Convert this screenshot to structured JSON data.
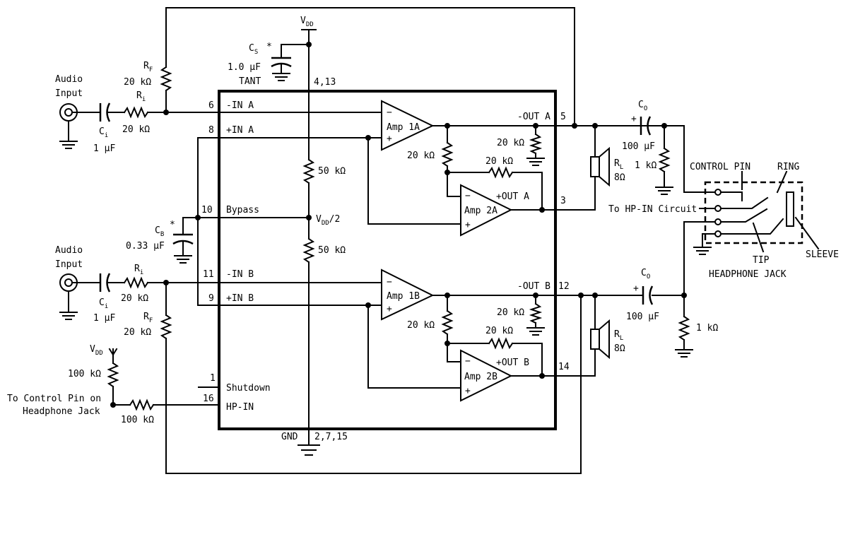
{
  "labels": {
    "vdd_top": "V",
    "vdd_top_sub": "DD",
    "cs_name": "C",
    "cs_sub": "S",
    "cs_star": "*",
    "cs_value": "1.0 μF",
    "cs_type": "TANT",
    "vdd_pins": "4,13",
    "rf_top_name": "R",
    "rf_top_sub": "F",
    "rf_top_value": "20 kΩ",
    "audio_input_a_l1": "Audio",
    "audio_input_a_l2": "Input",
    "ri_a_name": "R",
    "ri_a_sub": "i",
    "ri_a_value": "20 kΩ",
    "ci_a_name": "C",
    "ci_a_sub": "i",
    "ci_a_value": "1 μF",
    "pin6": "6",
    "pin6_name": "-IN A",
    "pin8": "8",
    "pin8_name": "+IN A",
    "amp1a": "Amp 1A",
    "amp2a": "Amp 2A",
    "amp1b": "Amp 1B",
    "amp2b": "Amp 2B",
    "minus": "−",
    "plus": "+",
    "out_a_neg": "-OUT A",
    "out_a_pos": "+OUT A",
    "pin5": "5",
    "pin3": "3",
    "r20k_1": "20 kΩ",
    "r20k_2": "20 kΩ",
    "r20k_3": "20 kΩ",
    "r20k_4": "20 kΩ",
    "r20k_5": "20 kΩ",
    "r20k_6": "20 kΩ",
    "r50k_1": "50 kΩ",
    "r50k_2": "50 kΩ",
    "vdd_half": "V",
    "vdd_half_sub": "DD",
    "vdd_half_suffix": "/2",
    "pin10": "10",
    "pin10_name": "Bypass",
    "cb_name": "C",
    "cb_sub": "B",
    "cb_star": "*",
    "cb_value": "0.33 μF",
    "audio_input_b_l1": "Audio",
    "audio_input_b_l2": "Input",
    "ri_b_name": "R",
    "ri_b_sub": "i",
    "ri_b_value": "20 kΩ",
    "ci_b_name": "C",
    "ci_b_sub": "i",
    "ci_b_value": "1 μF",
    "rf_b_name": "R",
    "rf_b_sub": "F",
    "rf_b_value": "20 kΩ",
    "pin11": "11",
    "pin11_name": "-IN B",
    "pin9": "9",
    "pin9_name": "+IN B",
    "out_b_neg": "-OUT B",
    "out_b_pos": "+OUT B",
    "pin12": "12",
    "pin14": "14",
    "vdd_left": "V",
    "vdd_left_sub": "DD",
    "r100k_1": "100 kΩ",
    "r100k_2": "100 kΩ",
    "pin1": "1",
    "pin1_name": "Shutdown",
    "pin16": "16",
    "pin16_name": "HP-IN",
    "ctrl_l1": "To Control Pin on",
    "ctrl_l2": "Headphone Jack",
    "gnd_name": "GND",
    "gnd_pins": "2,7,15",
    "co_a_name": "C",
    "co_a_sub": "O",
    "co_a_value": "100 μF",
    "co_b_name": "C",
    "co_b_sub": "O",
    "co_b_value": "100 μF",
    "r1k_a": "1 kΩ",
    "r1k_b": "1 kΩ",
    "rl_a_name": "R",
    "rl_a_sub": "L",
    "rl_a_value": "8Ω",
    "rl_b_name": "R",
    "rl_b_sub": "L",
    "rl_b_value": "8Ω",
    "control_pin": "CONTROL PIN",
    "ring": "RING",
    "hp_in_circuit": "To HP-IN Circuit",
    "tip": "TIP",
    "headphone_jack": "HEADPHONE JACK",
    "sleeve": "SLEEVE"
  }
}
